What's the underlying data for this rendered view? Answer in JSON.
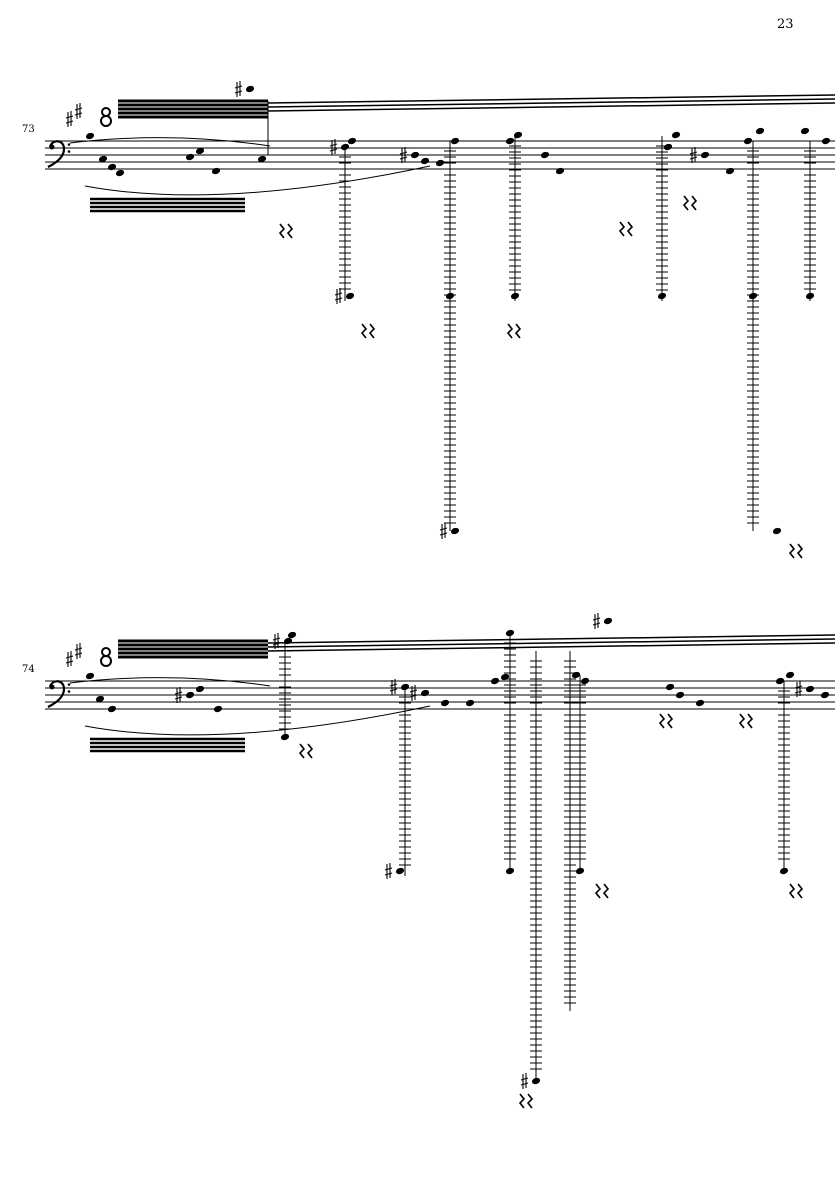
{
  "page": {
    "number": "23"
  },
  "systems": [
    {
      "measure_number": "73",
      "clef": "bass",
      "key": "two-sharps"
    },
    {
      "measure_number": "74",
      "clef": "bass",
      "key": "two-sharps"
    }
  ],
  "colors": {
    "ink": "#000000",
    "paper": "#ffffff"
  }
}
